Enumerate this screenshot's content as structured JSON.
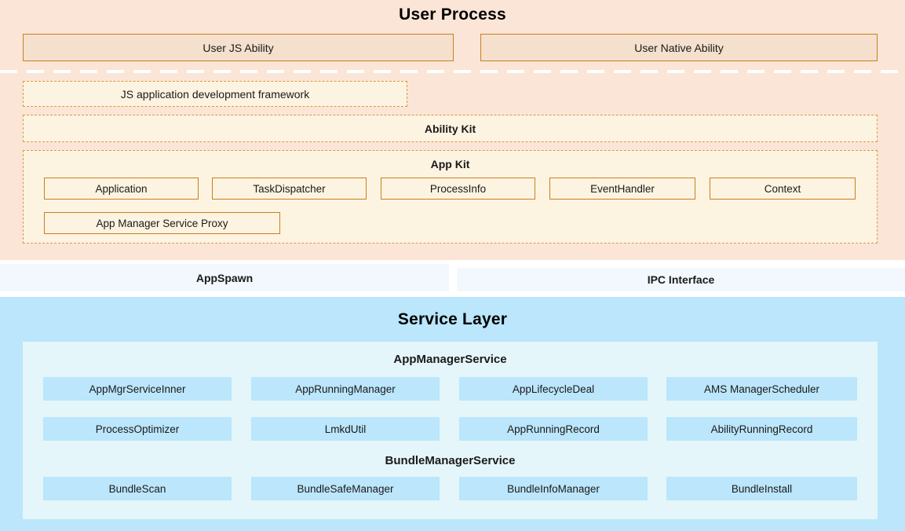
{
  "colors": {
    "user_process_bg": "#fbe5d6",
    "ability_box_bg": "#f4e0cd",
    "ability_box_border": "#c8801f",
    "kit_box_bg": "#fdf3e1",
    "kit_box_border": "#d79a43",
    "interface_panel_bg": "#f2f8fd",
    "service_layer_bg": "#bbe6fb",
    "service_panel_bg": "#e4f6fa",
    "text": "#1a1a1a"
  },
  "user_process": {
    "title": "User Process",
    "abilities": [
      {
        "label": "User JS Ability"
      },
      {
        "label": "User Native Ability"
      }
    ],
    "js_framework": {
      "label": "JS application development framework"
    },
    "ability_kit": {
      "label": "Ability Kit"
    },
    "app_kit": {
      "label": "App Kit",
      "modules": [
        {
          "label": "Application"
        },
        {
          "label": "TaskDispatcher"
        },
        {
          "label": "ProcessInfo"
        },
        {
          "label": "EventHandler"
        },
        {
          "label": "Context"
        },
        {
          "label": "App Manager Service Proxy"
        }
      ]
    }
  },
  "interfaces": [
    {
      "label": "AppSpawn"
    },
    {
      "label": "IPC Interface"
    }
  ],
  "service_layer": {
    "title": "Service Layer",
    "groups": [
      {
        "label": "AppManagerService",
        "rows": [
          [
            {
              "label": "AppMgrServiceInner"
            },
            {
              "label": "AppRunningManager"
            },
            {
              "label": "AppLifecycleDeal"
            },
            {
              "label": "AMS ManagerScheduler"
            }
          ],
          [
            {
              "label": "ProcessOptimizer"
            },
            {
              "label": "LmkdUtil"
            },
            {
              "label": "AppRunningRecord"
            },
            {
              "label": "AbilityRunningRecord"
            }
          ]
        ]
      },
      {
        "label": "BundleManagerService",
        "rows": [
          [
            {
              "label": "BundleScan"
            },
            {
              "label": "BundleSafeManager"
            },
            {
              "label": "BundleInfoManager"
            },
            {
              "label": "BundleInstall"
            }
          ]
        ]
      }
    ]
  }
}
